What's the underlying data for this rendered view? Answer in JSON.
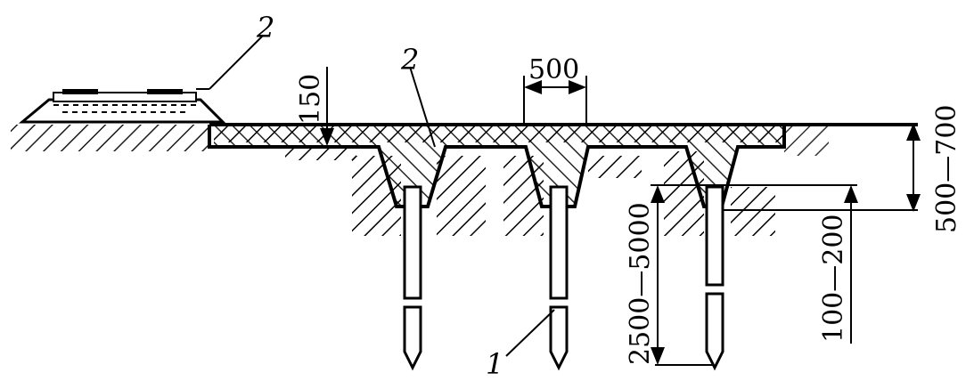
{
  "diagram": {
    "labels": {
      "callout_2_left": "2",
      "callout_2_mid": "2",
      "callout_1": "1",
      "dim_150": "150",
      "dim_500": "500",
      "dim_500_700": "500—700",
      "dim_2500_5000": "2500—5000",
      "dim_100_200": "100—200"
    }
  }
}
